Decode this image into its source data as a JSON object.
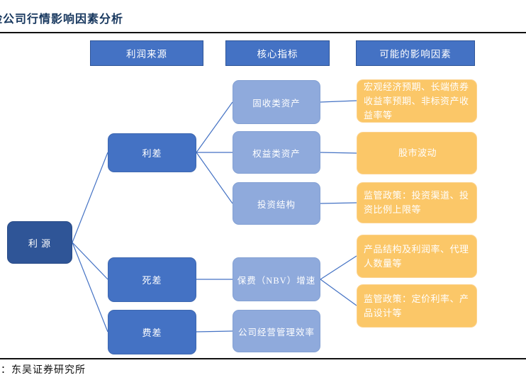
{
  "title": "险公司行情影响因素分析",
  "source": "：东吴证券研究所",
  "headers": [
    {
      "label": "利润来源"
    },
    {
      "label": "核心指标"
    },
    {
      "label": "可能的影响因素"
    }
  ],
  "nodes": {
    "root": {
      "label": "利 源"
    },
    "profit_sources": [
      {
        "label": "利差"
      },
      {
        "label": "死差"
      },
      {
        "label": "费差"
      }
    ],
    "indicators": [
      {
        "label": "固收类资产"
      },
      {
        "label": "权益类资产"
      },
      {
        "label": "投资结构"
      },
      {
        "label": "保费（NBV）增速"
      },
      {
        "label": "公司经营管理效率"
      }
    ],
    "factors": [
      {
        "label": "宏观经济预期、长端债券收益率预期、非标资产收益率等"
      },
      {
        "label": "股市波动"
      },
      {
        "label": "监管政策：投资渠道、投资比例上限等"
      },
      {
        "label": "产品结构及利润率、代理人数量等"
      },
      {
        "label": "监管政策：定价利率、产品设计等"
      }
    ]
  },
  "colors": {
    "title_text": "#17375E",
    "dark_blue": "#2F5597",
    "blue": "#4472C4",
    "light_blue": "#8FAADC",
    "orange": "#FBC768"
  }
}
